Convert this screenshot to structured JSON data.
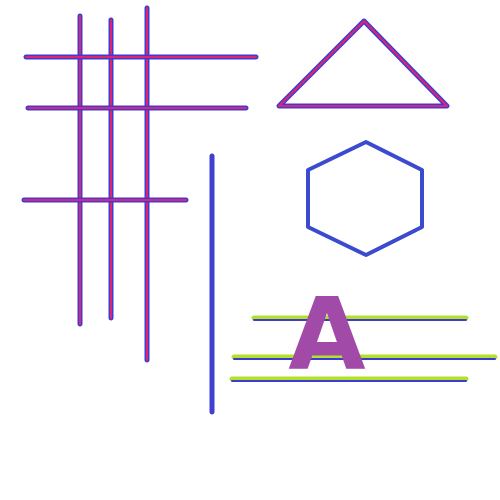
{
  "letter": "A",
  "colors": {
    "background": "#ffffff",
    "stroke_outer": "#3b3bd6",
    "stroke_inner": "#e0246e",
    "hexagon": "#3b4bd0",
    "vertical_bar": "#3f3fd2",
    "stripe_green": "#b5e02a",
    "stripe_blue": "#3b3bd6",
    "letter": "#a24aa8"
  },
  "shapes": [
    "grid-lines",
    "triangle",
    "hexagon",
    "vertical-bar",
    "striped-lines",
    "letter-glyph"
  ]
}
